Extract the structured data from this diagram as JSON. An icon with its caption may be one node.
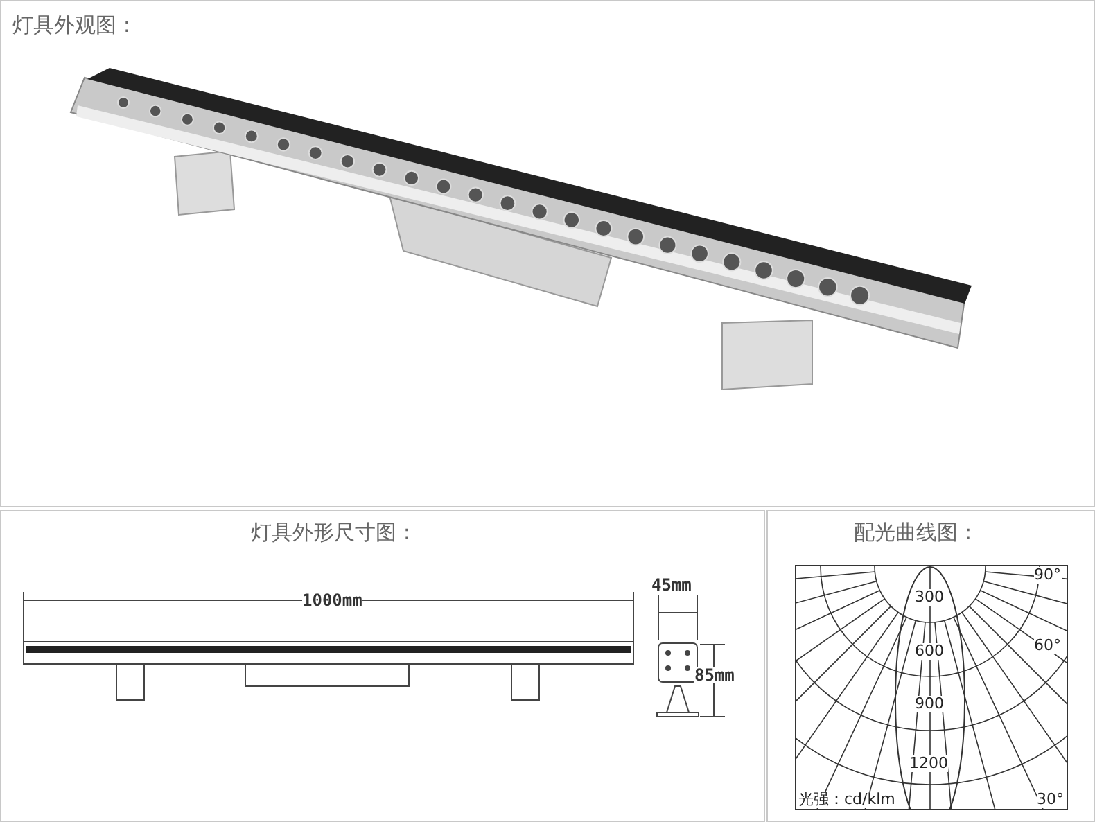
{
  "diagram": {
    "nodes": [
      {
        "text": [
          "灯具外观图："
        ]
      },
      {
        "text": [
          "灯具外形尺寸图："
        ]
      },
      {
        "text": [
          "配光曲线图："
        ]
      }
    ],
    "labels": [
      "1000mm",
      "45mm",
      "85mm",
      "300",
      "600",
      "900",
      "1200",
      "90°",
      "60°",
      "30°",
      "光强：cd/klm"
    ]
  }
}
